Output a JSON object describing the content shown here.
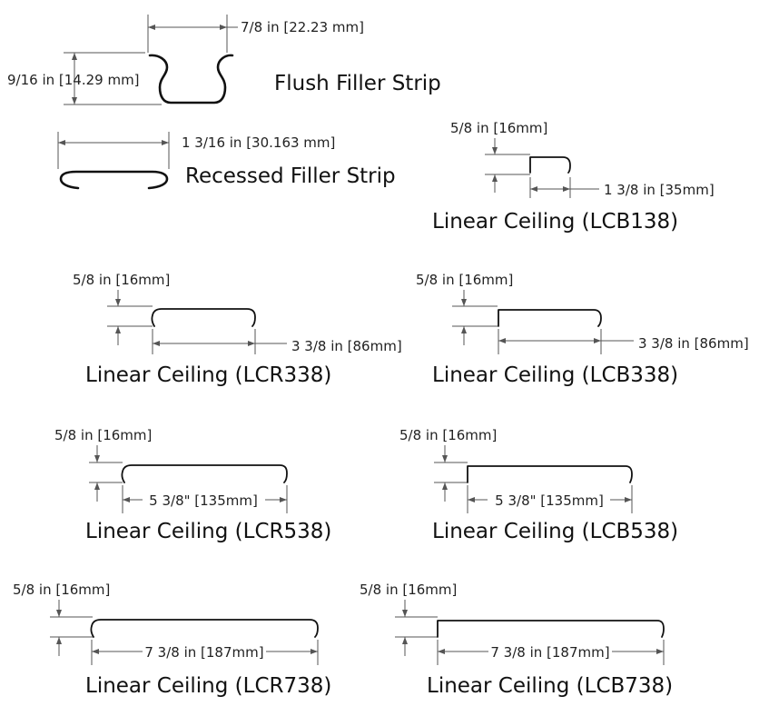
{
  "flush": {
    "title": "Flush Filler Strip",
    "width_label": "7/8 in [22.23 mm]",
    "height_label": "9/16 in [14.29 mm]"
  },
  "recessed": {
    "title": "Recessed Filler Strip",
    "width_label": "1 3/16 in [30.163 mm]"
  },
  "lcb138": {
    "title": "Linear Ceiling (LCB138)",
    "height_label": "5/8 in [16mm]",
    "width_label": "1 3/8 in [35mm]"
  },
  "lcr338": {
    "title": "Linear Ceiling (LCR338)",
    "height_label": "5/8 in [16mm]",
    "width_label": "3 3/8 in [86mm]"
  },
  "lcb338": {
    "title": "Linear Ceiling (LCB338)",
    "height_label": "5/8 in [16mm]",
    "width_label": "3 3/8 in [86mm]"
  },
  "lcr538": {
    "title": "Linear Ceiling (LCR538)",
    "height_label": "5/8 in [16mm]",
    "width_label": "5 3/8\" [135mm]"
  },
  "lcb538": {
    "title": "Linear Ceiling (LCB538)",
    "height_label": "5/8 in [16mm]",
    "width_label": "5 3/8\" [135mm]"
  },
  "lcr738": {
    "title": "Linear Ceiling (LCR738)",
    "height_label": "5/8 in [16mm]",
    "width_label": "7 3/8 in [187mm]"
  },
  "lcb738": {
    "title": "Linear Ceiling (LCB738)",
    "height_label": "5/8 in [16mm]",
    "width_label": "7 3/8 in [187mm]"
  }
}
